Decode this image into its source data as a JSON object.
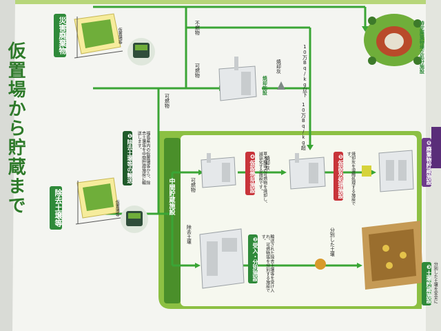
{
  "title": "仮置場から貯蔵まで",
  "colors": {
    "panel_bg": "#f4f5f1",
    "green_main": "#39a935",
    "green_light": "#b7d67a",
    "green_zone": "#8cc043",
    "flow_line": "#3aa535",
    "red_badge": "#c8343a",
    "purple_badge": "#6e3b8c",
    "dark_label": "#1f5b2a"
  },
  "labels": {
    "disaster_waste": "災害廃棄物",
    "temp_site_top": "仮置場等",
    "removed_soil": "除去土壌等",
    "temp_site_bottom": "仮置場等",
    "interim_storage": "中間貯蔵施設",
    "transport_title": "❶除去土壌等の輸送",
    "transport_desc": "福島県内の仮置場等から、除去土壌等を中間貯蔵施設に輸送します。",
    "landfill": "特定廃棄物埋立処分施設",
    "incinerator_top": "焼却施設",
    "step2": "❷受入・分別施設",
    "step2_desc": "輸送された除去土壌等を受け入れ、可燃物等を分別する施設です。",
    "step3": "❸土壌貯蔵施設",
    "step3_desc": "分別した土壌を安全に",
    "step4": "❹仮設焼却施設",
    "step4_desc": "草木類等の可燃物を焼却し、減容化する施設です。",
    "step5": "❺仮設灰処理施設",
    "step5_desc": "焼却灰を溶融処理する施設です。",
    "step6": "❻廃棄物貯蔵施設"
  },
  "flows": {
    "nonflammable": "不燃物",
    "combustible_top": "可燃物",
    "combustible_left": "可燃物",
    "combustible_mid": "可燃物",
    "ash_top": "焼却灰",
    "ash_mid": "焼却灰",
    "under_100k": "10万Bq/kg以下",
    "over_100k": "10万Bq/kg超",
    "soil_removed": "除去土壌",
    "separated_soil": "分別した土壌"
  },
  "icons": {
    "trash_pile": "pile-icon",
    "truck": "truck-icon",
    "incinerator": "incinerator-icon",
    "ash": "ash-icon",
    "landfill": "landfill-icon",
    "sorting_facility": "sorting-icon",
    "soil_storage": "soil-storage-icon",
    "ash_treatment": "ash-treatment-icon",
    "waste_storage": "waste-storage-icon",
    "bag": "bag-icon"
  }
}
